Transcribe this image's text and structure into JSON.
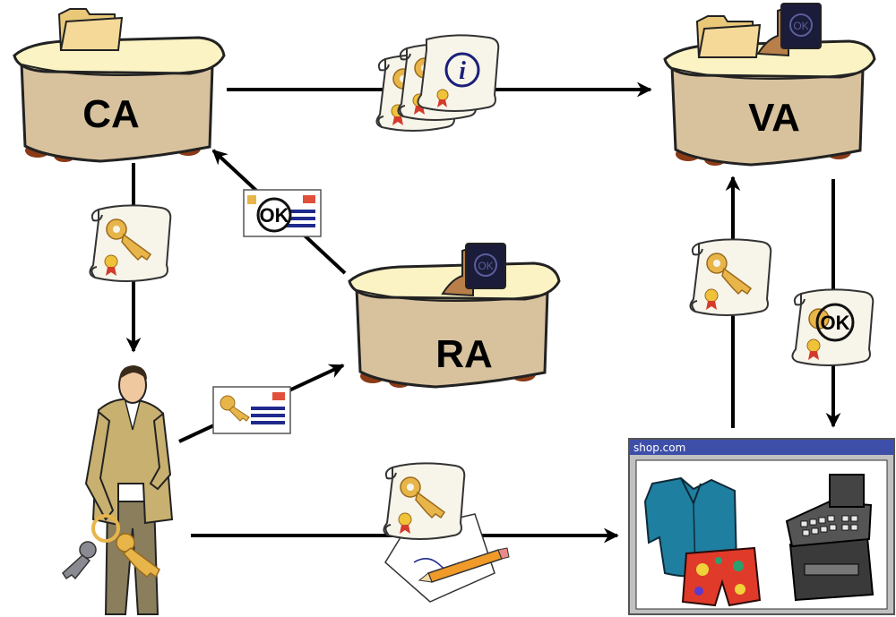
{
  "nodes": {
    "ca": {
      "label": "CA"
    },
    "va": {
      "label": "VA"
    },
    "ra": {
      "label": "RA"
    }
  },
  "shop": {
    "title": "shop.com"
  },
  "badges": {
    "ok": "OK"
  },
  "colors": {
    "desk_front": "#d8c29e",
    "desk_top": "#fbf3c4",
    "scroll_paper": "#f7f4ea",
    "key_gold": "#e8b54a",
    "seal_red": "#d43b2a",
    "envelope_red": "#e0503a",
    "envelope_blue": "#1f2a8c",
    "shop_bar": "#3d4fa8",
    "arrow": "#000000"
  },
  "icons": [
    "folder-icon",
    "slate-icon",
    "certificate-icon",
    "info-icon",
    "key-icon",
    "ok-stamp-icon",
    "envelope-icon",
    "pencil-icon",
    "shirt-icon",
    "shorts-icon",
    "cash-register-icon",
    "person-icon"
  ]
}
